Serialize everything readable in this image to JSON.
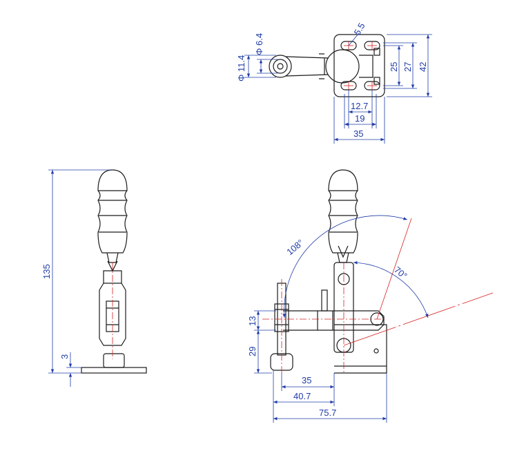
{
  "colors": {
    "outline": "#1a1a1a",
    "dimension": "#1f3ca8",
    "centerline": "#d42020",
    "background": "#ffffff"
  },
  "top_view": {
    "dims": {
      "d_small": "Φ 6.4",
      "d_large": "Φ 11.4",
      "slot": "5.5",
      "h25": "25",
      "h27": "27",
      "h42": "42",
      "w12_7": "12.7",
      "w19": "19",
      "w35": "35"
    }
  },
  "side_view": {
    "dims": {
      "height": "135",
      "base": "3"
    }
  },
  "front_view": {
    "dims": {
      "angle_open": "108°",
      "angle_handle": "70°",
      "h13": "13",
      "h29": "29",
      "w35": "35",
      "w40_7": "40.7",
      "w75_7": "75.7"
    }
  }
}
